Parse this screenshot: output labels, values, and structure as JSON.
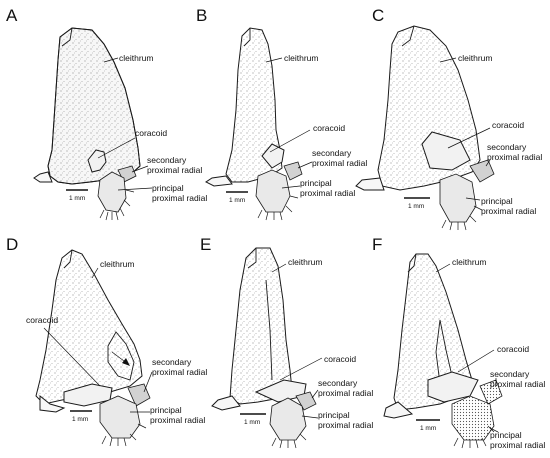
{
  "panels": [
    {
      "letter": "A",
      "cleithrum": "cleithrum",
      "coracoid": "coracoid",
      "secondary_1": "secondary",
      "secondary_2": "proximal radial",
      "principal_1": "principal",
      "principal_2": "proximal radial",
      "scale": "1 mm"
    },
    {
      "letter": "B",
      "cleithrum": "cleithrum",
      "coracoid": "coracoid",
      "secondary_1": "secondary",
      "secondary_2": "proximal radial",
      "principal_1": "principal",
      "principal_2": "proximal radial",
      "scale": "1 mm"
    },
    {
      "letter": "C",
      "cleithrum": "cleithrum",
      "coracoid": "coracoid",
      "secondary_1": "secondary",
      "secondary_2": "proximal radial",
      "principal_1": "principal",
      "principal_2": "proximal radial",
      "scale": "1 mm"
    },
    {
      "letter": "D",
      "cleithrum": "cleithrum",
      "coracoid": "coracoid",
      "secondary_1": "secondary",
      "secondary_2": "proximal radial",
      "principal_1": "principal",
      "principal_2": "proximal radial",
      "scale": "1 mm"
    },
    {
      "letter": "E",
      "cleithrum": "cleithrum",
      "coracoid": "coracoid",
      "secondary_1": "secondary",
      "secondary_2": "proximal radial",
      "principal_1": "principal",
      "principal_2": "proximal radial",
      "scale": "1 mm"
    },
    {
      "letter": "F",
      "cleithrum": "cleithrum",
      "coracoid": "coracoid",
      "secondary_1": "secondary",
      "secondary_2": "proximal radial",
      "principal_1": "principal",
      "principal_2": "proximal radial",
      "scale": "1 mm"
    }
  ]
}
